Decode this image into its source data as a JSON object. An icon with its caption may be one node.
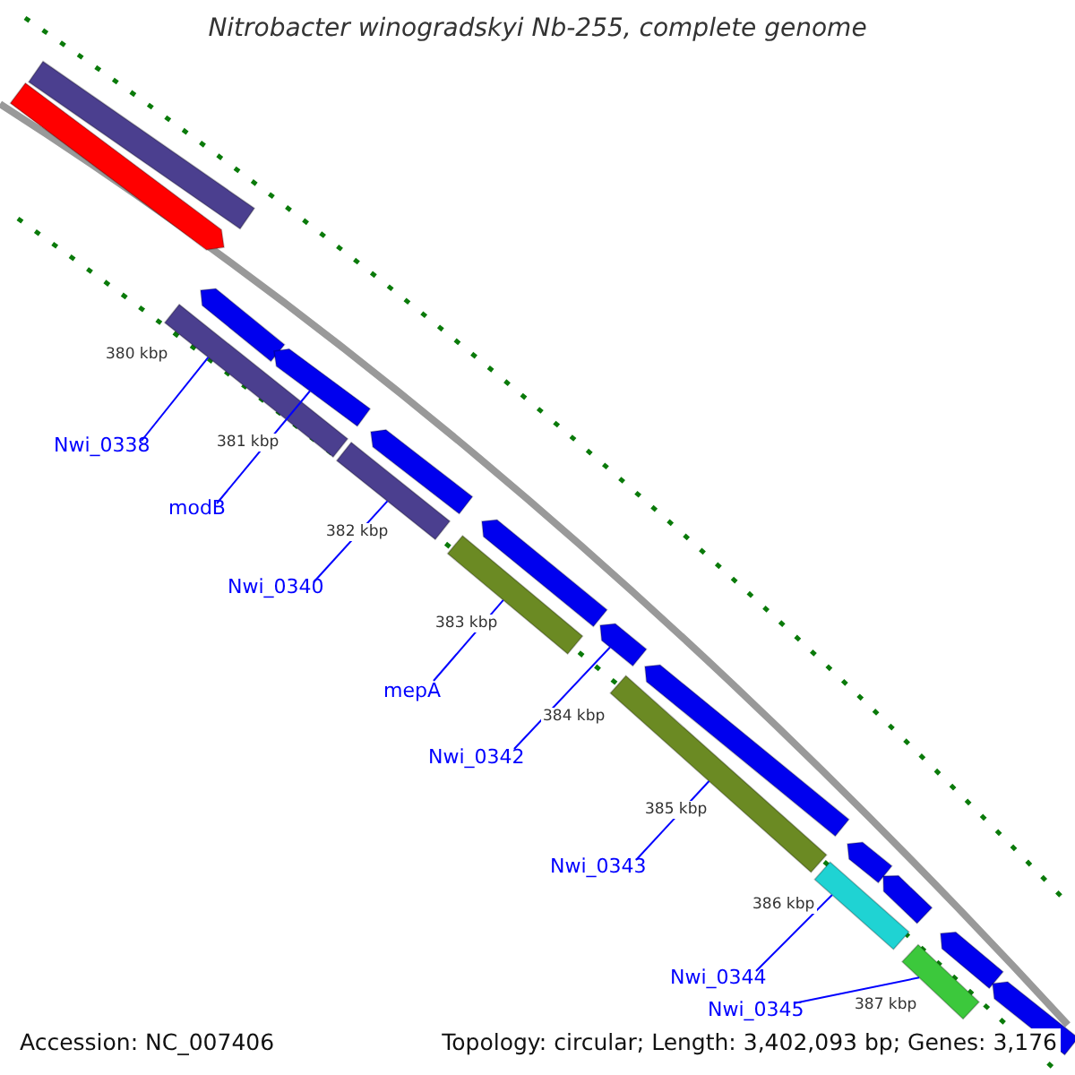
{
  "diagram": {
    "title": "Nitrobacter winogradskyi Nb-255, complete genome",
    "nodes": [
      {
        "text": [],
        "shape": "bar"
      },
      {
        "text": [],
        "shape": "bar"
      },
      {
        "text": [],
        "shape": "bar"
      },
      {
        "text": [],
        "shape": "bar"
      },
      {
        "text": [],
        "shape": "bar"
      },
      {
        "text": [],
        "shape": "bar"
      },
      {
        "text": [],
        "shape": "bar"
      },
      {
        "text": [],
        "shape": "bar"
      },
      {
        "text": [],
        "shape": "bar"
      },
      {
        "text": [],
        "shape": "bar"
      },
      {
        "text": [],
        "shape": "bar"
      },
      {
        "text": [],
        "shape": "bar"
      },
      {
        "text": [],
        "shape": "bar"
      },
      {
        "text": [],
        "shape": "bar"
      },
      {
        "text": [],
        "shape": "bar"
      },
      {
        "text": [],
        "shape": "bar"
      },
      {
        "text": [],
        "shape": "bar"
      },
      {
        "text": [],
        "shape": "bar"
      },
      {
        "text": [
          "Nwi_0338"
        ]
      },
      {
        "text": [
          "modB"
        ]
      },
      {
        "text": [
          "Nwi_0340"
        ]
      },
      {
        "text": [
          "mepA"
        ]
      },
      {
        "text": [
          "Nwi_0342"
        ]
      },
      {
        "text": [
          "Nwi_0343"
        ]
      },
      {
        "text": [
          "Nwi_0344"
        ]
      },
      {
        "text": [
          "Nwi_0345"
        ]
      }
    ],
    "edges": [
      {
        "from": 18,
        "to": 3,
        "arrow": "none"
      },
      {
        "from": 19,
        "to": 4,
        "arrow": "none"
      },
      {
        "from": 20,
        "to": 6,
        "arrow": "none"
      },
      {
        "from": 21,
        "to": 8,
        "arrow": "none"
      },
      {
        "from": 22,
        "to": 9,
        "arrow": "none"
      },
      {
        "from": 23,
        "to": 11,
        "arrow": "none"
      },
      {
        "from": 24,
        "to": 14,
        "arrow": "none"
      },
      {
        "from": 25,
        "to": 16,
        "arrow": "none"
      }
    ],
    "labels": [
      "380 kbp",
      "381 kbp",
      "382 kbp",
      "383 kbp",
      "384 kbp",
      "385 kbp",
      "386 kbp",
      "387 kbp",
      "Accession: NC_007406",
      "Topology: circular; Length: 3,402,093 bp; Genes: 3,176"
    ]
  }
}
